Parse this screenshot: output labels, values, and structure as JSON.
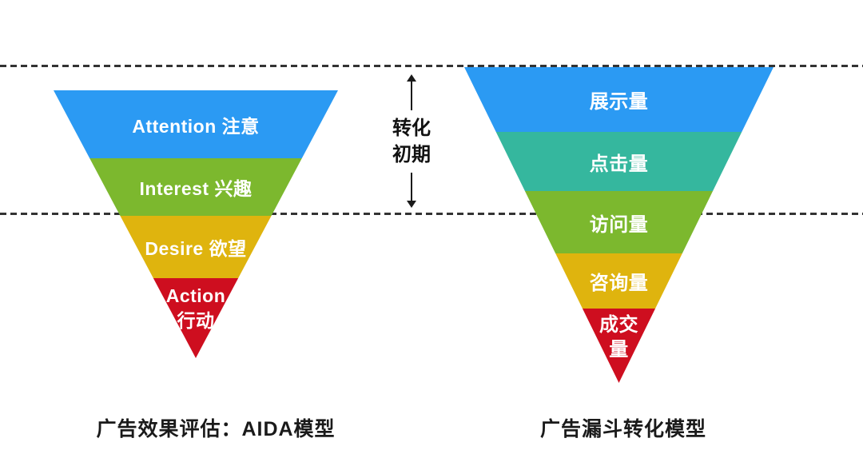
{
  "left_funnel": {
    "caption": "广告效果评估：AIDA模型",
    "layers": [
      {
        "label": "Attention 注意",
        "color": "#2B9AF3"
      },
      {
        "label": "Interest 兴趣",
        "color": "#7CB82E"
      },
      {
        "label": "Desire 欲望",
        "color": "#DFB40E"
      },
      {
        "label": "Action",
        "label_line2": "行动",
        "color": "#CE0E1F"
      }
    ]
  },
  "right_funnel": {
    "caption": "广告漏斗转化模型",
    "layers": [
      {
        "label": "展示量",
        "color": "#2B9AF3"
      },
      {
        "label": "点击量",
        "color": "#35B79E"
      },
      {
        "label": "访问量",
        "color": "#7CB82E"
      },
      {
        "label": "咨询量",
        "color": "#DFB40E"
      },
      {
        "label": "成交",
        "label_line2": "量",
        "color": "#CE0E1F"
      }
    ]
  },
  "middle_annotation": {
    "line1": "转化",
    "line2": "初期"
  },
  "colors": {
    "dashed_line": "#333333",
    "arrow": "#1a1a1a",
    "label_text": "#ffffff",
    "caption_text": "#1a1a1a"
  }
}
